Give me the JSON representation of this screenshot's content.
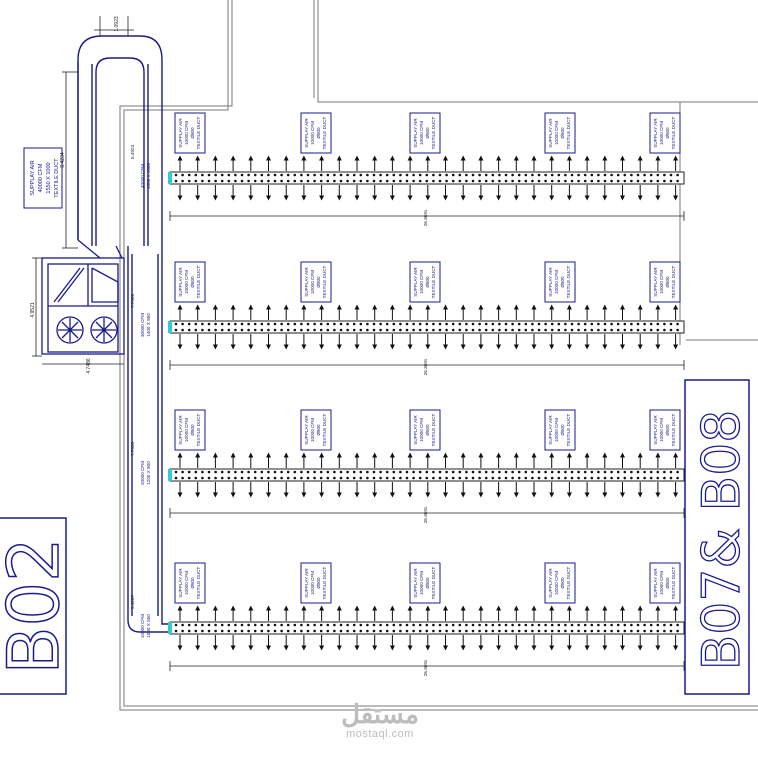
{
  "title": "",
  "zones": {
    "left": "B02",
    "right": "B07& B08"
  },
  "main_unit_label": [
    "SUPPLAY AIR",
    "40000 CFM",
    "1550 X 1000",
    "TEXTILE DUCT"
  ],
  "duct_tag": [
    "SUPPLAY AIR",
    "10000 CFM",
    "Ø800",
    "TEXTILE DUCT"
  ],
  "rows": [
    {
      "riser_label": [
        "40000 CFM",
        "1550 X 1000"
      ],
      "length": "26.3691",
      "gap_dim": "5.4923"
    },
    {
      "riser_label": [
        "30000 CFM",
        "1400 X 950"
      ],
      "length": "26.3691",
      "gap_dim": "7.7058"
    },
    {
      "riser_label": [
        "20000 CFM",
        "1200 X 800"
      ],
      "length": "26.3691",
      "gap_dim": "7.7058"
    },
    {
      "riser_label": [
        "10000 CFM",
        "1000 X 550"
      ],
      "length": "26.3691",
      "gap_dim": "3.4267"
    }
  ],
  "dims": {
    "top": "1.0923",
    "vertical_long": "8.4234",
    "unit_height": "4.9521",
    "unit_width": "4.7486"
  },
  "watermark": {
    "arabic": "مستقل",
    "latin": "mostaql.com"
  },
  "colors": {
    "line": "#1a1a8c",
    "dark": "#222222",
    "accent": "#33cccc",
    "grey": "#888888"
  }
}
